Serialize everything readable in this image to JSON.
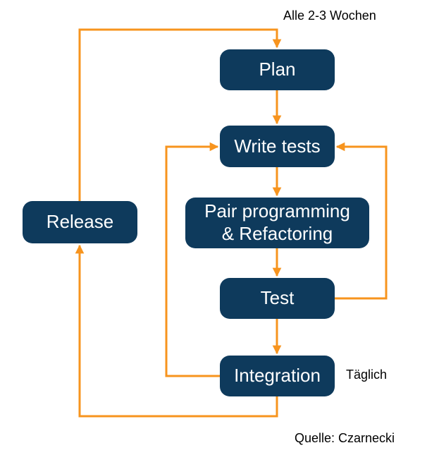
{
  "diagram": {
    "type": "flowchart",
    "subject": "XP / agile development cycle"
  },
  "colors": {
    "node_fill": "#0E3A5C",
    "node_text": "#FFFFFF",
    "arrow": "#F7941E",
    "annotation_text": "#000000",
    "background": "#FFFFFF"
  },
  "nodes": {
    "plan": {
      "label": "Plan"
    },
    "write_tests": {
      "label": "Write tests"
    },
    "pair": {
      "label_line1": "Pair programming",
      "label_line2": "& Refactoring"
    },
    "test": {
      "label": "Test"
    },
    "integration": {
      "label": "Integration"
    },
    "release": {
      "label": "Release"
    }
  },
  "annotations": {
    "cycle": "Alle 2-3 Wochen",
    "daily": "Täglich",
    "source": "Quelle: Czarnecki"
  },
  "edges": [
    {
      "from": "release",
      "to": "plan",
      "label": "Alle 2-3 Wochen"
    },
    {
      "from": "plan",
      "to": "write_tests",
      "label": ""
    },
    {
      "from": "write_tests",
      "to": "pair",
      "label": ""
    },
    {
      "from": "pair",
      "to": "test",
      "label": ""
    },
    {
      "from": "test",
      "to": "integration",
      "label": ""
    },
    {
      "from": "test",
      "to": "write_tests",
      "label": ""
    },
    {
      "from": "integration",
      "to": "write_tests",
      "label": ""
    },
    {
      "from": "integration",
      "to": "release",
      "label": "Täglich"
    }
  ]
}
